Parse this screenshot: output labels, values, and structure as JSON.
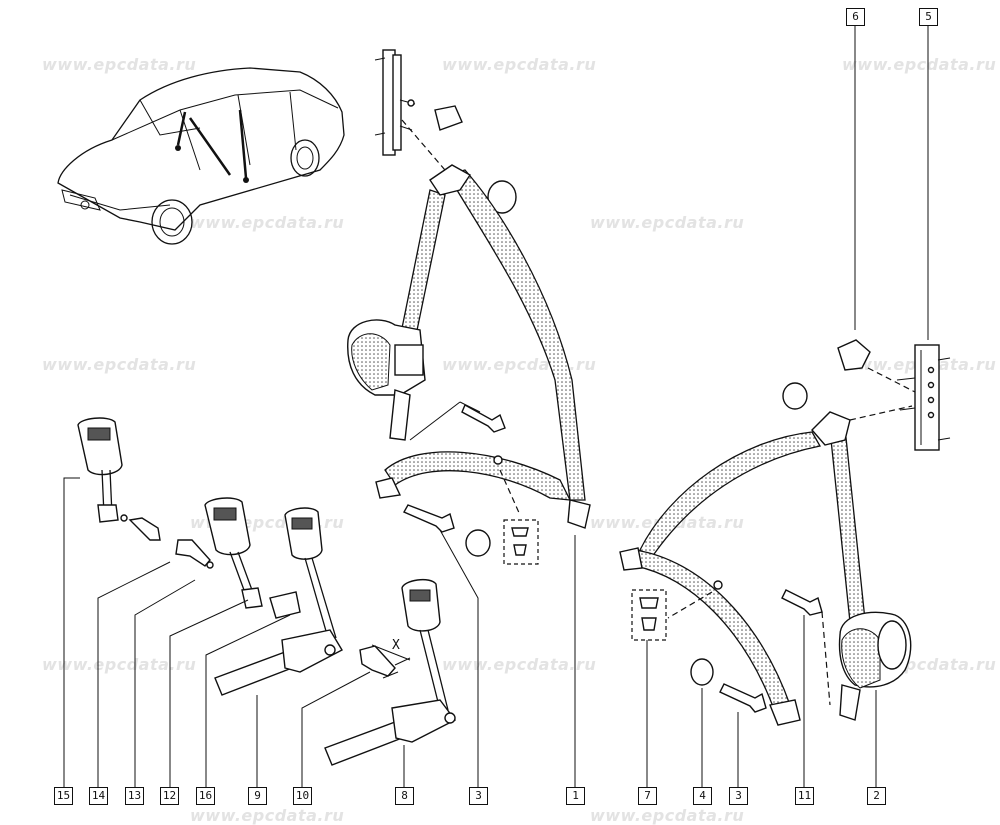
{
  "watermark": "www.epcdata.ru",
  "callouts": {
    "c1": "1",
    "c2": "2",
    "c3a": "3",
    "c3b": "3",
    "c4": "4",
    "c5": "5",
    "c6": "6",
    "c7": "7",
    "c8": "8",
    "c9": "9",
    "c10": "10",
    "c11": "11",
    "c12": "12",
    "c13": "13",
    "c14": "14",
    "c15": "15",
    "c16": "16"
  },
  "dimension_label": "X"
}
